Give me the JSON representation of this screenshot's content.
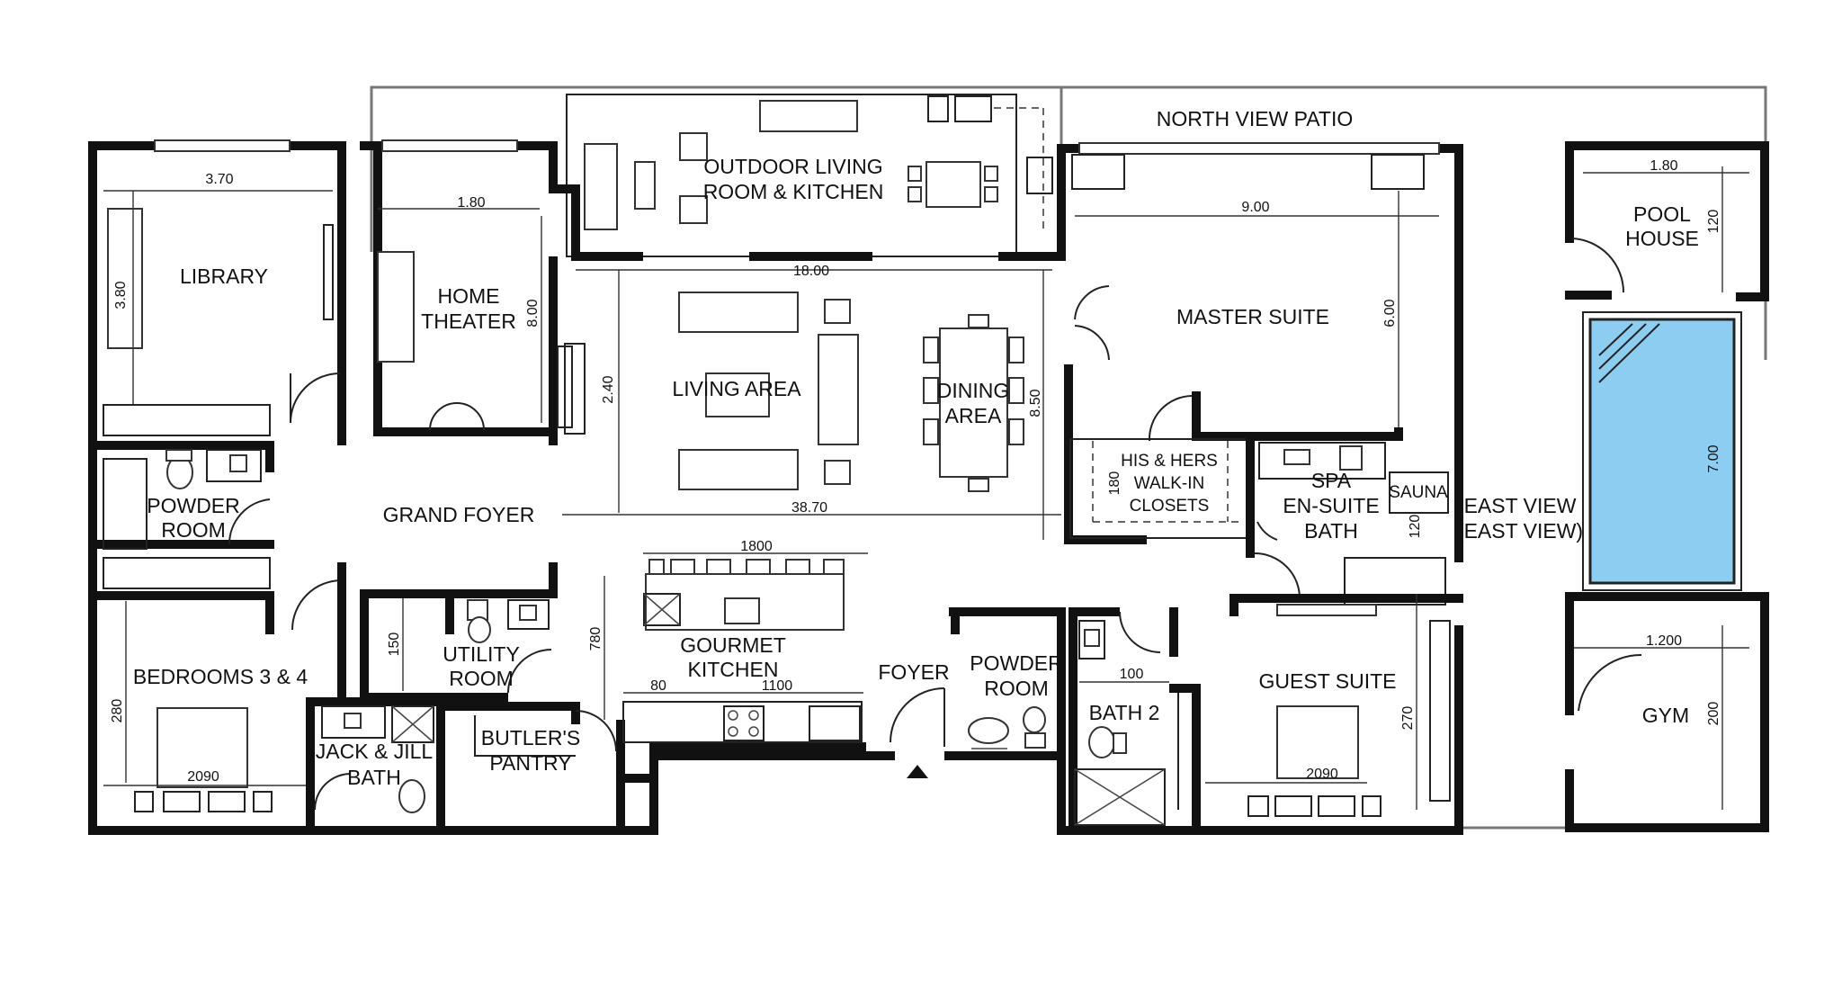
{
  "rooms": {
    "north_view_patio": "NORTH VIEW PATIO",
    "outdoor_living_1": "OUTDOOR LIVING",
    "outdoor_living_2": "ROOM & KITCHEN",
    "library": "LIBRARY",
    "home_theater_1": "HOME",
    "home_theater_2": "THEATER",
    "living_area": "LIVING AREA",
    "dining_1": "DINING",
    "dining_2": "AREA",
    "master_suite": "MASTER SUITE",
    "pool_house_1": "POOL",
    "pool_house_2": "HOUSE",
    "powder_room_w_1": "POWDER",
    "powder_room_w_2": "ROOM",
    "grand_foyer": "GRAND FOYER",
    "closets_1": "HIS & HERS",
    "closets_2": "WALK-IN",
    "closets_3": "CLOSETS",
    "spa_1": "SPA",
    "spa_2": "EN-SUITE",
    "spa_3": "BATH",
    "sauna": "SAUNA",
    "east_view_1": "EAST VIEW",
    "east_view_2": "(EAST VIEW)",
    "bedrooms": "BEDROOMS 3 & 4",
    "utility_1": "UTILITY",
    "utility_2": "ROOM",
    "kitchen_1": "GOURMET",
    "kitchen_2": "KITCHEN",
    "foyer": "FOYER",
    "powder_room_e_1": "POWDER",
    "powder_room_e_2": "ROOM",
    "guest_suite": "GUEST SUITE",
    "gym": "GYM",
    "bath2": "BATH 2",
    "jack_jill_1": "JACK & JILL",
    "jack_jill_2": "BATH",
    "butlers_1": "BUTLER'S",
    "butlers_2": "PANTRY"
  },
  "dimensions": {
    "library_w": "3.70",
    "library_h": "3.80",
    "theater_w": "1.80",
    "theater_h": "8.00",
    "living_w": "18.00",
    "living_h": "2.40",
    "dining_h": "8.50",
    "overall_w": "38.70",
    "master_w": "9.00",
    "master_h": "6.00",
    "pool_house_w": "1.80",
    "pool_house_h": "120",
    "pool_len": "7.00",
    "closet_h": "180",
    "spa_h": "120",
    "island_w": "1800",
    "kitchen_h": "780",
    "counter_a": "80",
    "counter_b": "1100",
    "utility_h": "150",
    "bedroom_h": "280",
    "bedroom_bed": "2090",
    "bath2_w": "100",
    "guest_h": "270",
    "guest_bed": "2090",
    "gym_w": "1.200",
    "gym_h": "200"
  },
  "colors": {
    "pool_water": "#8ecdf2",
    "walls": "#111111"
  }
}
